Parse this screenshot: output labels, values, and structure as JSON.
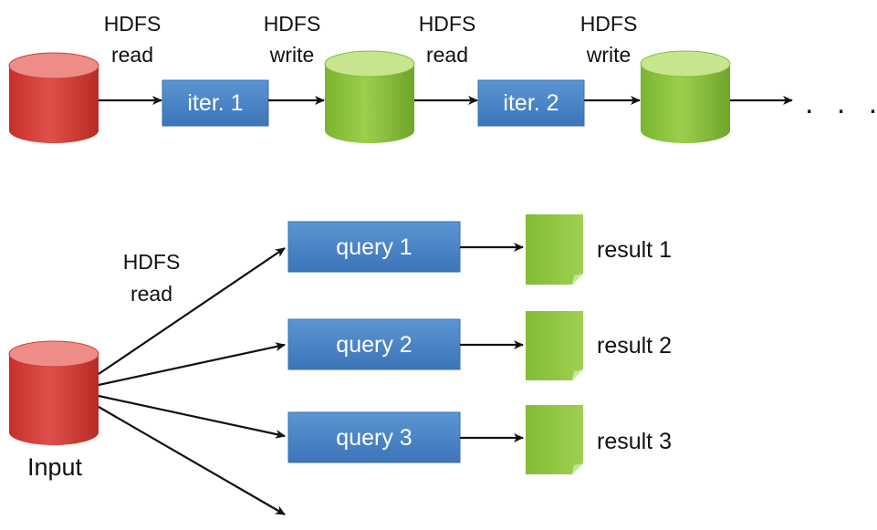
{
  "pipeline": {
    "labels": [
      {
        "line1": "HDFS",
        "line2": "read"
      },
      {
        "line1": "HDFS",
        "line2": "write"
      },
      {
        "line1": "HDFS",
        "line2": "read"
      },
      {
        "line1": "HDFS",
        "line2": "write"
      }
    ],
    "iter1": "iter. 1",
    "iter2": "iter. 2",
    "continuation": ". . ."
  },
  "queries": {
    "read_label": {
      "line1": "HDFS",
      "line2": "read"
    },
    "input_label": "Input",
    "items": [
      {
        "query": "query 1",
        "result": "result 1"
      },
      {
        "query": "query 2",
        "result": "result 2"
      },
      {
        "query": "query 3",
        "result": "result 3"
      }
    ]
  },
  "colors": {
    "red_storage": "#d9433d",
    "green_storage": "#8cc43e",
    "blue_box": "#4a86c8",
    "arrow": "#111111"
  }
}
